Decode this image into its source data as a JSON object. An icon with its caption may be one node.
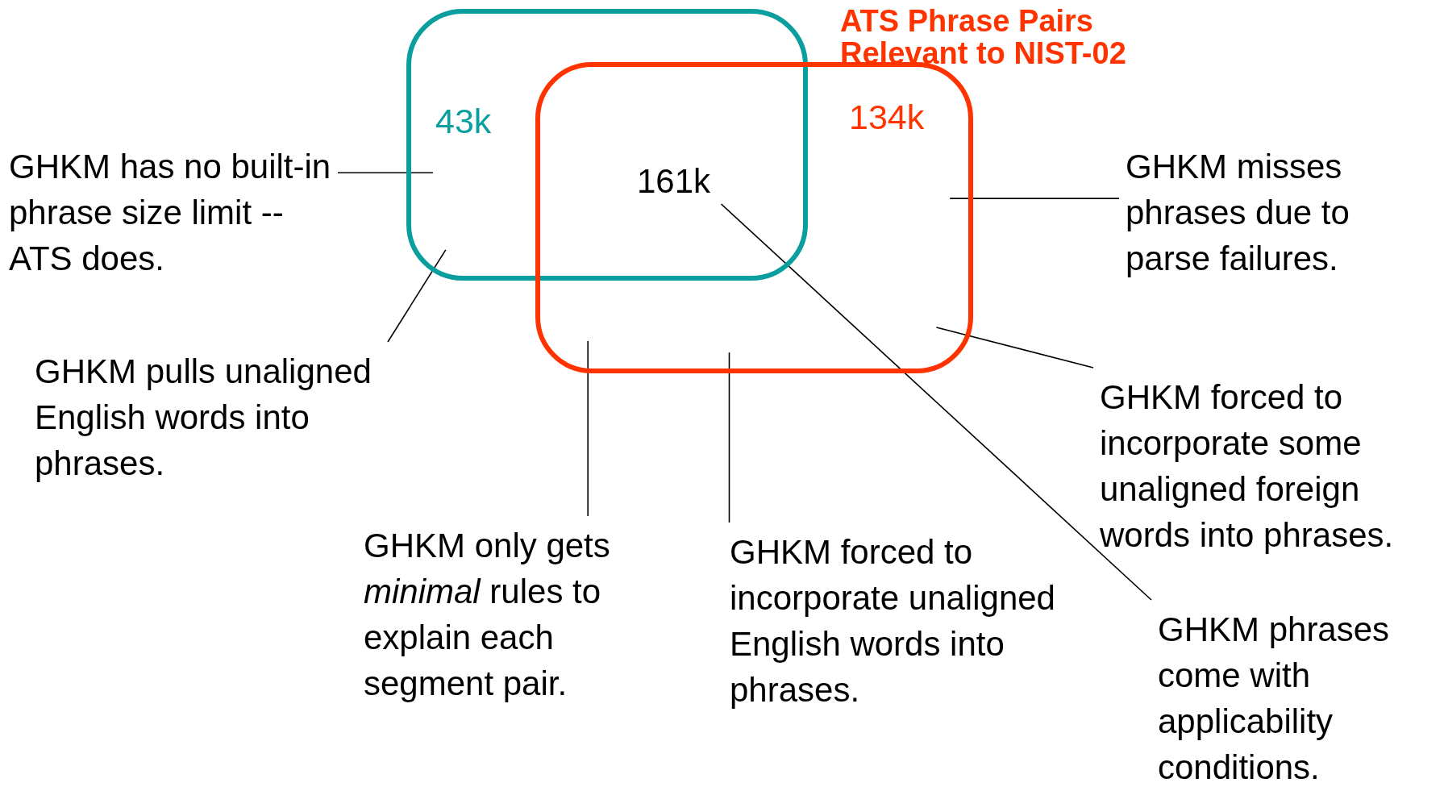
{
  "diagram": {
    "nodes": [
      {
        "text": [
          "43k"
        ]
      },
      {
        "text": [
          "ATS Phrase Pairs Relevant to NIST-02",
          "134k"
        ]
      },
      {
        "text": [
          "161k"
        ]
      },
      {
        "text": [
          "GHKM has no built-in phrase size limit -- ATS does."
        ]
      },
      {
        "text": [
          "GHKM pulls unaligned English words into phrases."
        ]
      },
      {
        "text": [
          "GHKM only gets *minimal* rules to explain each segment pair."
        ]
      },
      {
        "text": [
          "GHKM forced to incorporate unaligned English words into phrases."
        ]
      },
      {
        "text": [
          "GHKM misses phrases due to parse failures."
        ]
      },
      {
        "text": [
          "GHKM forced to incorporate some unaligned foreign words into phrases."
        ]
      },
      {
        "text": [
          "GHKM phrases come with applicability conditions."
        ]
      }
    ],
    "edges": [
      {
        "from": 3,
        "to": 0,
        "arrow": "none"
      },
      {
        "from": 4,
        "to": 0,
        "arrow": "none"
      },
      {
        "from": 5,
        "to": 1,
        "arrow": "none"
      },
      {
        "from": 6,
        "to": 1,
        "arrow": "none"
      },
      {
        "from": 9,
        "to": 2,
        "arrow": "none"
      },
      {
        "from": 7,
        "to": 1,
        "arrow": "none"
      },
      {
        "from": 8,
        "to": 1,
        "arrow": "none"
      }
    ]
  }
}
